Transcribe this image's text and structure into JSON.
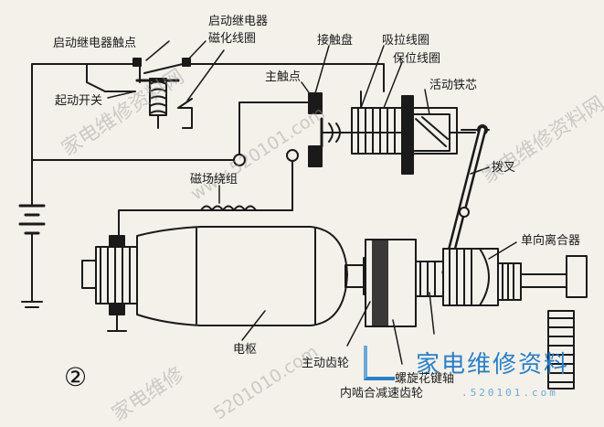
{
  "labels": {
    "relay_contact": "启动继电器触点",
    "relay_coil_line1": "启动继电器",
    "relay_coil_line2": "磁化线圈",
    "start_switch": "起动开关",
    "contact_disc": "接触盘",
    "pull_coil": "吸拉线圈",
    "hold_coil": "保位线圈",
    "main_contact": "主触点",
    "moving_core": "活动铁芯",
    "fork": "拨叉",
    "field_winding": "磁场绕组",
    "one_way_clutch": "单向离合器",
    "armature": "电枢",
    "drive_gear": "主动齿轮",
    "helical_spline": "螺旋花键轴",
    "reduction_gear": "内啮合减速齿轮",
    "figure_number": "②"
  },
  "watermarks": {
    "diag1": "家电维修资料网",
    "diag2": "家电维修资料网",
    "diag3": "家电维修",
    "url_diag": "www.520101.com",
    "url_diag2": "5201010.com",
    "blue_logo": "家电维修资料",
    "blue_url": ".520101.com"
  },
  "colors": {
    "ink": "#1a1a1a",
    "paper": "#f4f1ea",
    "logo_blue": "#2a7fc7"
  }
}
